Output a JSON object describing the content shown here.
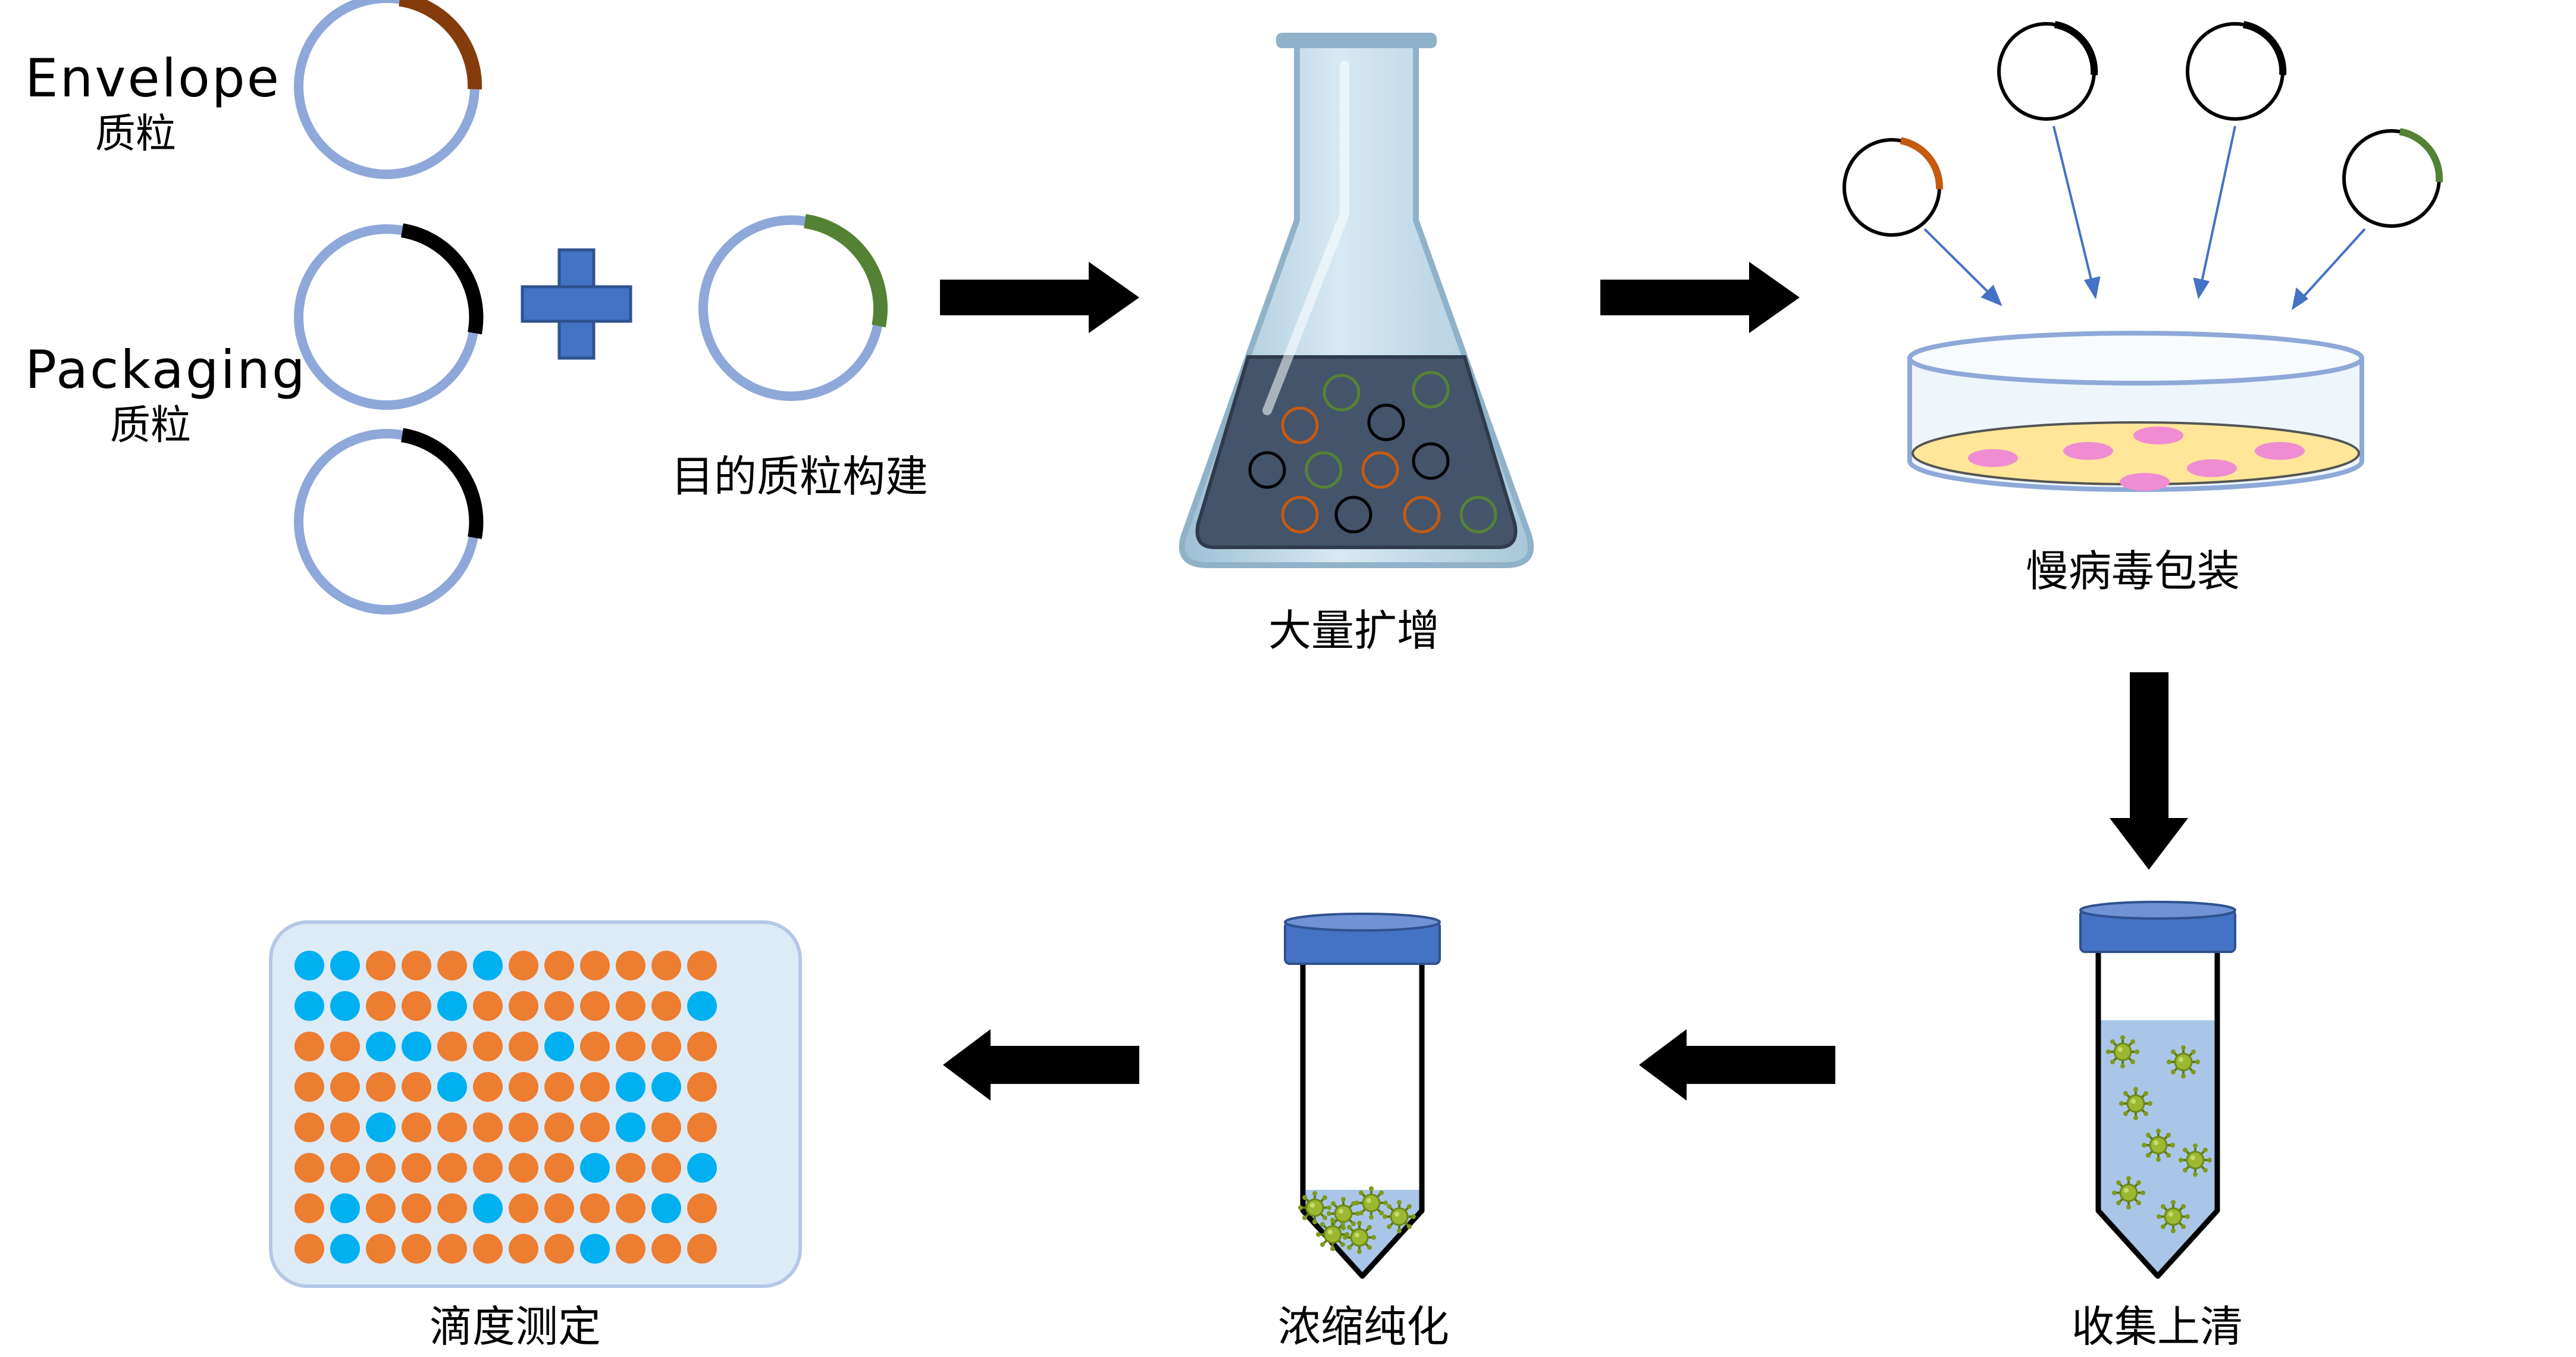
{
  "labels": {
    "envelope_en": "Envelope",
    "envelope_cn": "质粒",
    "packaging_en": "Packaging",
    "packaging_cn": "质粒",
    "target_plasmid": "目的质粒构建",
    "amplify": "大量扩增",
    "package": "慢病毒包装",
    "harvest": "收集上清",
    "concentrate": "浓缩纯化",
    "titer": "滴度测定"
  },
  "colors": {
    "plasmid_ring": "#8EA8D9",
    "envelope_gene": "#843C0C",
    "packaging_gene": "#000000",
    "target_gene": "#548235",
    "plus": "#4472C4",
    "arrow": "#000000",
    "flask_glass": "#B4D4E4",
    "flask_liquid": "#44546A",
    "dish_medium": "#FFE699",
    "cell_pink": "#F08CD2",
    "tube_cap": "#4472C4",
    "tube_liquid": "#A9C6E8",
    "virus": "#8CAA28",
    "plate_bg": "#DDEBF7",
    "well_orange": "#ED7D31",
    "well_blue": "#00B0F0"
  },
  "plate": {
    "rows": [
      "BBOOOBOOOOOO",
      "BBOOBOOOOOOB",
      "OOBBOOOBOOOO",
      "OOOOBOOOOBBO",
      "OOBOOOOOOBOO",
      "OOOOOOOOBOOB",
      "OBOOOBOOOOBO",
      "OBOOOOOOBOOO"
    ]
  }
}
